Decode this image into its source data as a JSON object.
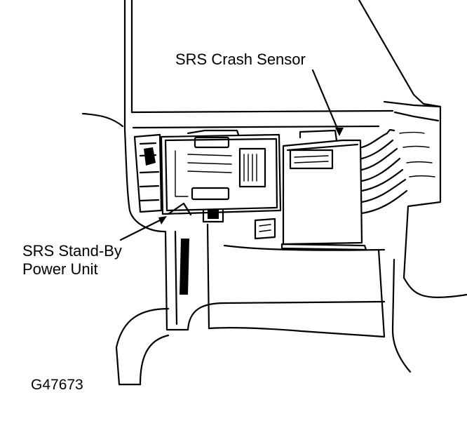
{
  "labels": {
    "crash_sensor": "SRS Crash Sensor",
    "standby_line1": "SRS Stand-By",
    "standby_line2": "Power Unit",
    "figure_code": "G47673"
  }
}
